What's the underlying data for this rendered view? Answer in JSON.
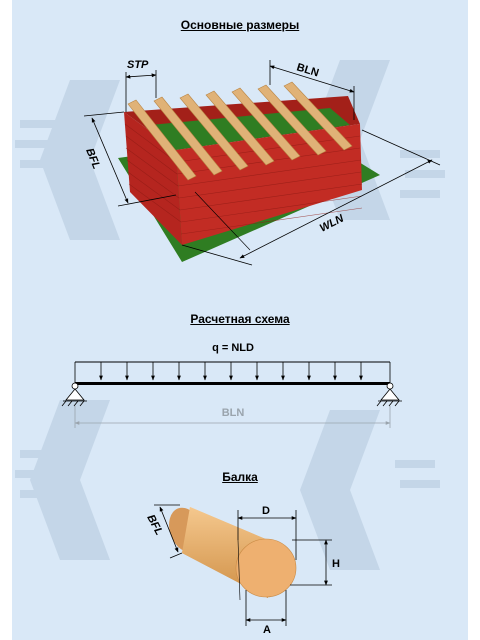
{
  "headings": {
    "dimensions": "Основные размеры",
    "scheme": "Расчетная схема",
    "beam": "Балка"
  },
  "labels": {
    "stp": "STP",
    "bln": "BLN",
    "bfl": "BFL",
    "wln": "WLN",
    "load": "q = NLD",
    "span": "BLN",
    "d": "D",
    "h": "H",
    "a": "A",
    "beam_bfl": "BFL"
  },
  "colors": {
    "panel": "#d9e8f7",
    "brick": "#b5251f",
    "ground": "#2f7d22",
    "timber": "#e0b277",
    "log": "#eeb070"
  }
}
